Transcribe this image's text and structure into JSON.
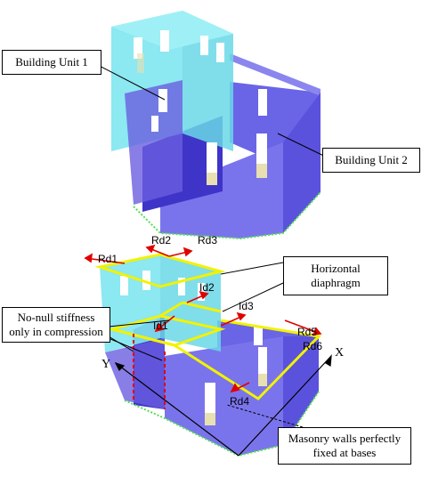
{
  "callouts": {
    "unit1": "Building Unit 1",
    "unit2": "Building Unit 2",
    "diaphragm_line1": "Horizontal",
    "diaphragm_line2": "diaphragm",
    "stiffness_line1": "No-null stiffness",
    "stiffness_line2": "only in compression",
    "masonry_line1": "Masonry walls perfectly",
    "masonry_line2": "fixed at bases"
  },
  "restraint_labels": [
    "Rd1",
    "Rd2",
    "Rd3",
    "Rd4",
    "Rd5",
    "Rd6"
  ],
  "internal_labels": [
    "Id1",
    "Id2",
    "Id3"
  ],
  "axes": {
    "x": "X",
    "y": "Y"
  },
  "colors": {
    "cyan_wall": "#7fe6f0",
    "blue_wall": "#7070e8",
    "dark_wall": "#3a2fc0",
    "diaphragm": "#f2f200",
    "arrow": "#e00000",
    "base_nodes": "#50e050"
  }
}
